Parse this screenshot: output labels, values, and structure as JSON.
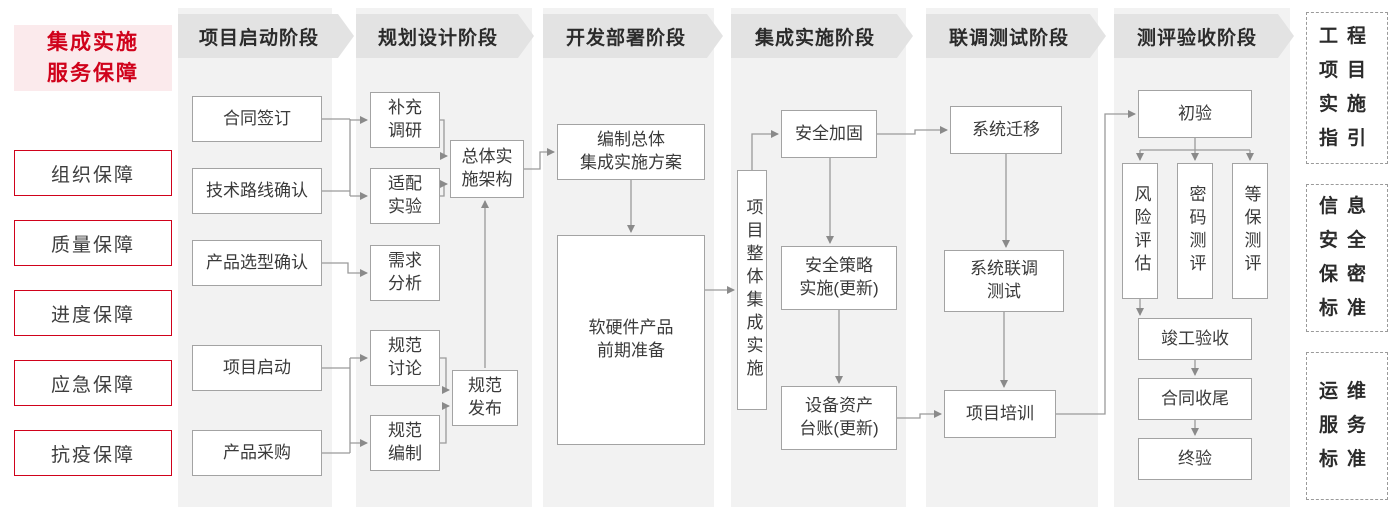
{
  "sidebar": {
    "title": "集成实施\n服务保障",
    "items": [
      "组织保障",
      "质量保障",
      "进度保障",
      "应急保障",
      "抗疫保障"
    ]
  },
  "phases": [
    {
      "header": "项目启动阶段",
      "boxes": [
        "合同签订",
        "技术路线确认",
        "产品选型确认",
        "项目启动",
        "产品采购"
      ]
    },
    {
      "header": "规划设计阶段",
      "boxes": [
        "补充\n调研",
        "适配\n实验",
        "需求\n分析",
        "规范\n讨论",
        "规范\n编制",
        "总体实\n施架构",
        "规范\n发布"
      ]
    },
    {
      "header": "开发部署阶段",
      "boxes": [
        "编制总体\n集成实施方案",
        "软硬件产品\n前期准备"
      ]
    },
    {
      "header": "集成实施阶段",
      "boxes": [
        "项目整体集成实施",
        "安全加固",
        "安全策略\n实施(更新)",
        "设备资产\n台账(更新)"
      ]
    },
    {
      "header": "联调测试阶段",
      "boxes": [
        "系统迁移",
        "系统联调\n测试",
        "项目培训"
      ]
    },
    {
      "header": "测评验收阶段",
      "boxes": [
        "初验",
        "风险评估",
        "密码测评",
        "等保测评",
        "竣工验收",
        "合同收尾",
        "终验"
      ]
    }
  ],
  "standards": [
    "工程项目实施指引",
    "信息安全保密标准",
    "运维服务标准"
  ],
  "colors": {
    "accent-red": "#d0021b",
    "accent-red-bg": "#fbeaec",
    "band-gray": "#f2f2f2",
    "header-gray": "#e3e3e3",
    "border-gray": "#a3a3a3",
    "line-gray": "#9a9a9a",
    "text-dark": "#3a3a3a"
  }
}
